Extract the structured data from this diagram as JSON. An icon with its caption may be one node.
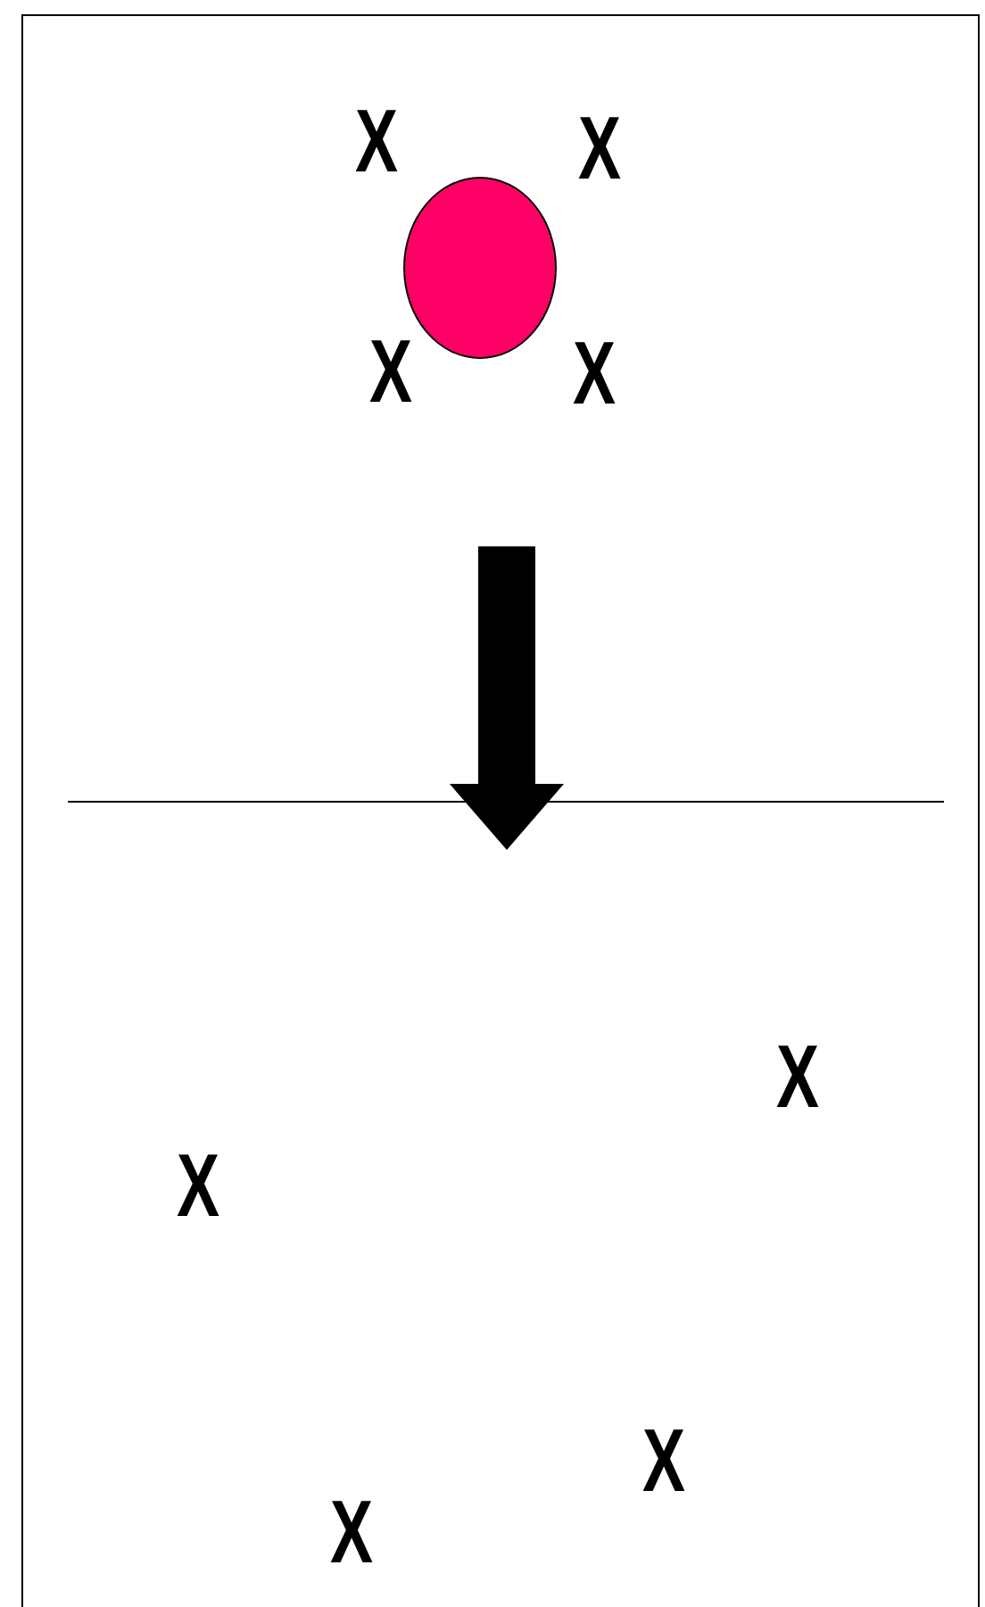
{
  "diagram": {
    "nodes": [
      {
        "text": [],
        "shape": "circle"
      }
    ],
    "labels": [
      "X",
      "X",
      "X",
      "X",
      "X",
      "X",
      "X",
      "X"
    ]
  }
}
